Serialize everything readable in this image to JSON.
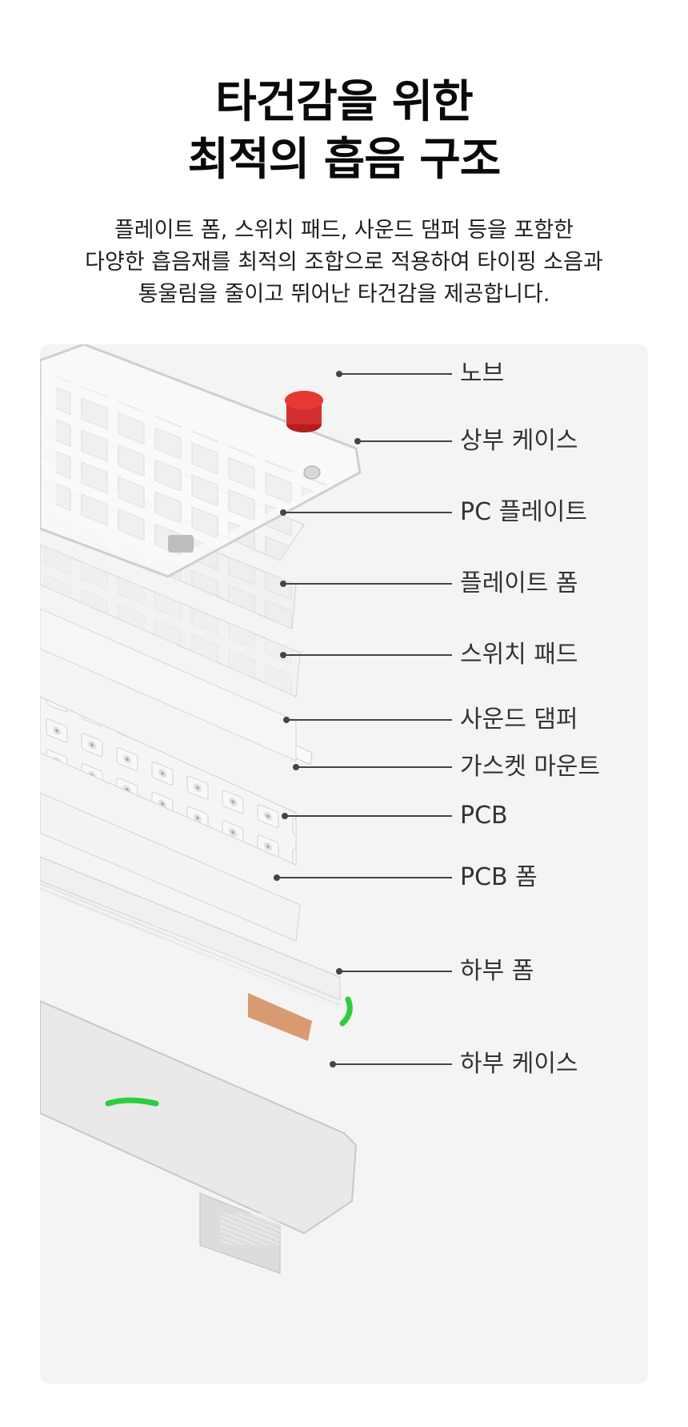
{
  "heading": {
    "line1": "타건감을 위한",
    "line2": "최적의 흡음 구조"
  },
  "description": {
    "line1": "플레이트 폼, 스위치 패드, 사운드 댐퍼 등을 포함한",
    "line2": "다양한 흡음재를 최적의 조합으로 적용하여 타이핑 소음과",
    "line3": "통울림을 줄이고 뛰어난 타건감을 제공합니다."
  },
  "parts": [
    "노브",
    "상부 케이스",
    "PC 플레이트",
    "플레이트 폼",
    "스위치 패드",
    "사운드 댐퍼",
    "가스켓 마운트",
    "PCB",
    "PCB 폼",
    "하부 폼",
    "하부 케이스"
  ],
  "colors": {
    "panel": "#f4f4f4",
    "knob": "#e02020",
    "gasket": "#2ecc40",
    "leader": "#444444"
  }
}
